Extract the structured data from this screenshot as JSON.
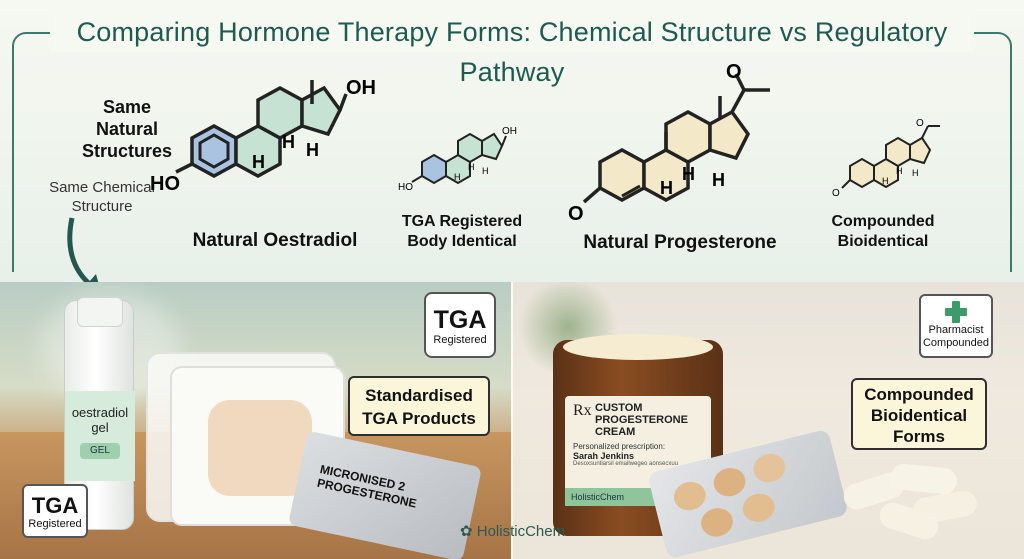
{
  "title": "Comparing Hormone Therapy Forms: Chemical Structure vs Regulatory Pathway",
  "side_label": [
    "Same",
    "Natural",
    "Structures"
  ],
  "chem_note": [
    "Same Chemical",
    "Structure"
  ],
  "molecules": {
    "oestradiol": {
      "caption": "Natural Oestradiol",
      "oh_top": "OH",
      "ho_left": "HO",
      "h1": "H",
      "h2": "H",
      "h3": "H"
    },
    "oestradiol_small": {
      "caption": [
        "TGA Registered",
        "Body Identical"
      ],
      "oh_top": "OH",
      "ho_left": "HO",
      "h1": "H",
      "h2": "H",
      "h3": "H"
    },
    "progesterone": {
      "caption": "Natural Progesterone",
      "o_top": "O",
      "o_left": "O",
      "h1": "H",
      "h2": "H",
      "h3": "H"
    },
    "progesterone_small": {
      "caption": [
        "Compounded",
        "Bioidentical"
      ],
      "o_top": "O",
      "o_left": "O",
      "h1": "H",
      "h2": "H",
      "h3": "H"
    }
  },
  "left_photo": {
    "tga_badge": {
      "big": "TGA",
      "small": "Registered"
    },
    "tga_badge_bottom": {
      "big": "TGA",
      "small": "Registered"
    },
    "callout": [
      "Standardised",
      "TGA Products"
    ],
    "gel_label": [
      "oestradiol",
      "gel"
    ],
    "gel_tag": "GEL",
    "blister_text": [
      "MICRONISED 2",
      "PROGESTERONE"
    ]
  },
  "right_photo": {
    "pharmacist_badge": [
      "Pharmacist",
      "Compounded"
    ],
    "callout": [
      "Compounded",
      "Bioidentical",
      "Forms"
    ],
    "jar_rx": "Rx",
    "jar_title": [
      "CUSTOM",
      "PROGESTERONE",
      "CREAM"
    ],
    "jar_line1": "Personalized prescription:",
    "jar_name": "Sarah Jenkins",
    "jar_fine": "Desoxsuntiarsil emailwegeo aonsecxuu",
    "jar_brand": "HolisticChem"
  },
  "brand": "HolisticChem",
  "colors": {
    "accent": "#3d7a6c",
    "ring_blue": "#a9c3e0",
    "ring_green": "#c6e2d2",
    "ring_cream": "#f3e8c8"
  }
}
